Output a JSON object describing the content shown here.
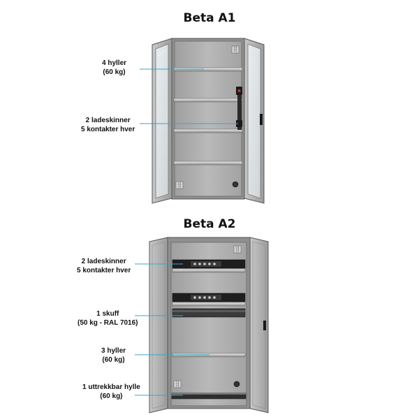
{
  "cabinet_a1": {
    "title": "Beta A1",
    "callouts": [
      {
        "line1": "4 hyller",
        "line2": "(60 kg)"
      },
      {
        "line1": "2 ladeskinner",
        "line2": "5 kontakter hver"
      }
    ]
  },
  "cabinet_a2": {
    "title": "Beta A2",
    "callouts": [
      {
        "line1": "2 ladeskinner",
        "line2": "5 kontakter hver"
      },
      {
        "line1": "1 skuff",
        "line2": "(50 kg - RAL 7016)"
      },
      {
        "line1": "3 hyller",
        "line2": "(60 kg)"
      },
      {
        "line1": "1 uttrekkbar hylle",
        "line2": "(60 kg)"
      }
    ]
  },
  "colors": {
    "cabinet_body": "#a9a9a9",
    "cabinet_back": "#b4b4b4",
    "frame_edge": "#555555",
    "callout_line": "#3aa6c8",
    "power_strip": "#2a2a2a"
  }
}
